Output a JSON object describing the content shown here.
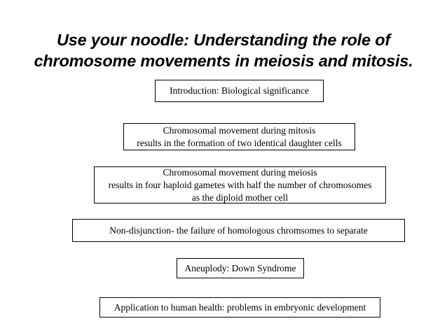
{
  "slide": {
    "background_color": "#ffffff",
    "text_color": "#000000",
    "border_color": "#000000",
    "title": {
      "line1": "Use your noodle: Understanding the role of",
      "line2": "chromosome movements in meiosis and mitosis."
    },
    "boxes": [
      {
        "name": "introduction",
        "lines": [
          "Introduction: Biological significance"
        ]
      },
      {
        "name": "mitosis",
        "lines": [
          "Chromosomal movement during mitosis",
          "results in the formation of two identical daughter cells"
        ]
      },
      {
        "name": "meiosis",
        "lines": [
          "Chromosomal movement during meiosis",
          "results in four haploid gametes with half the number of chromosomes",
          "as the diploid mother cell"
        ]
      },
      {
        "name": "non-disjunction",
        "lines": [
          "Non-disjunction- the failure of homologous chromsomes to separate"
        ]
      },
      {
        "name": "aneuploidy",
        "lines": [
          "Aneuplody: Down Syndrome"
        ]
      },
      {
        "name": "application",
        "lines": [
          "Application to human health: problems in embryonic development"
        ]
      }
    ]
  }
}
